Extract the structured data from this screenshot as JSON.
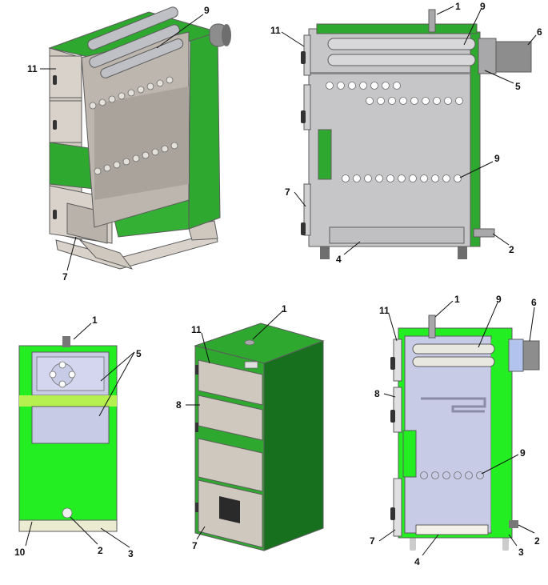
{
  "colors": {
    "green": "#2fa82f",
    "green_bright": "#22ee22",
    "green_dark": "#16701e",
    "panel_grey": "#cfc8bf",
    "section_grey": "#c6c6c8",
    "section_blue": "#c8cbe6",
    "tube": "#e4e0da",
    "flue": "#8d8d8d",
    "flue_blue": "#b2c4ee"
  },
  "views": [
    {
      "name": "cutaway-isometric",
      "labels": [
        "9",
        "11",
        "7"
      ]
    },
    {
      "name": "side-section",
      "labels": [
        "1",
        "9",
        "6",
        "11",
        "5",
        "9",
        "7",
        "2",
        "4"
      ]
    },
    {
      "name": "rear-view",
      "labels": [
        "1",
        "5",
        "10",
        "2",
        "3"
      ]
    },
    {
      "name": "exterior-isometric",
      "labels": [
        "1",
        "11",
        "8",
        "7"
      ]
    },
    {
      "name": "side-section-color",
      "labels": [
        "1",
        "9",
        "6",
        "11",
        "8",
        "9",
        "7",
        "4",
        "3",
        "2"
      ]
    }
  ]
}
